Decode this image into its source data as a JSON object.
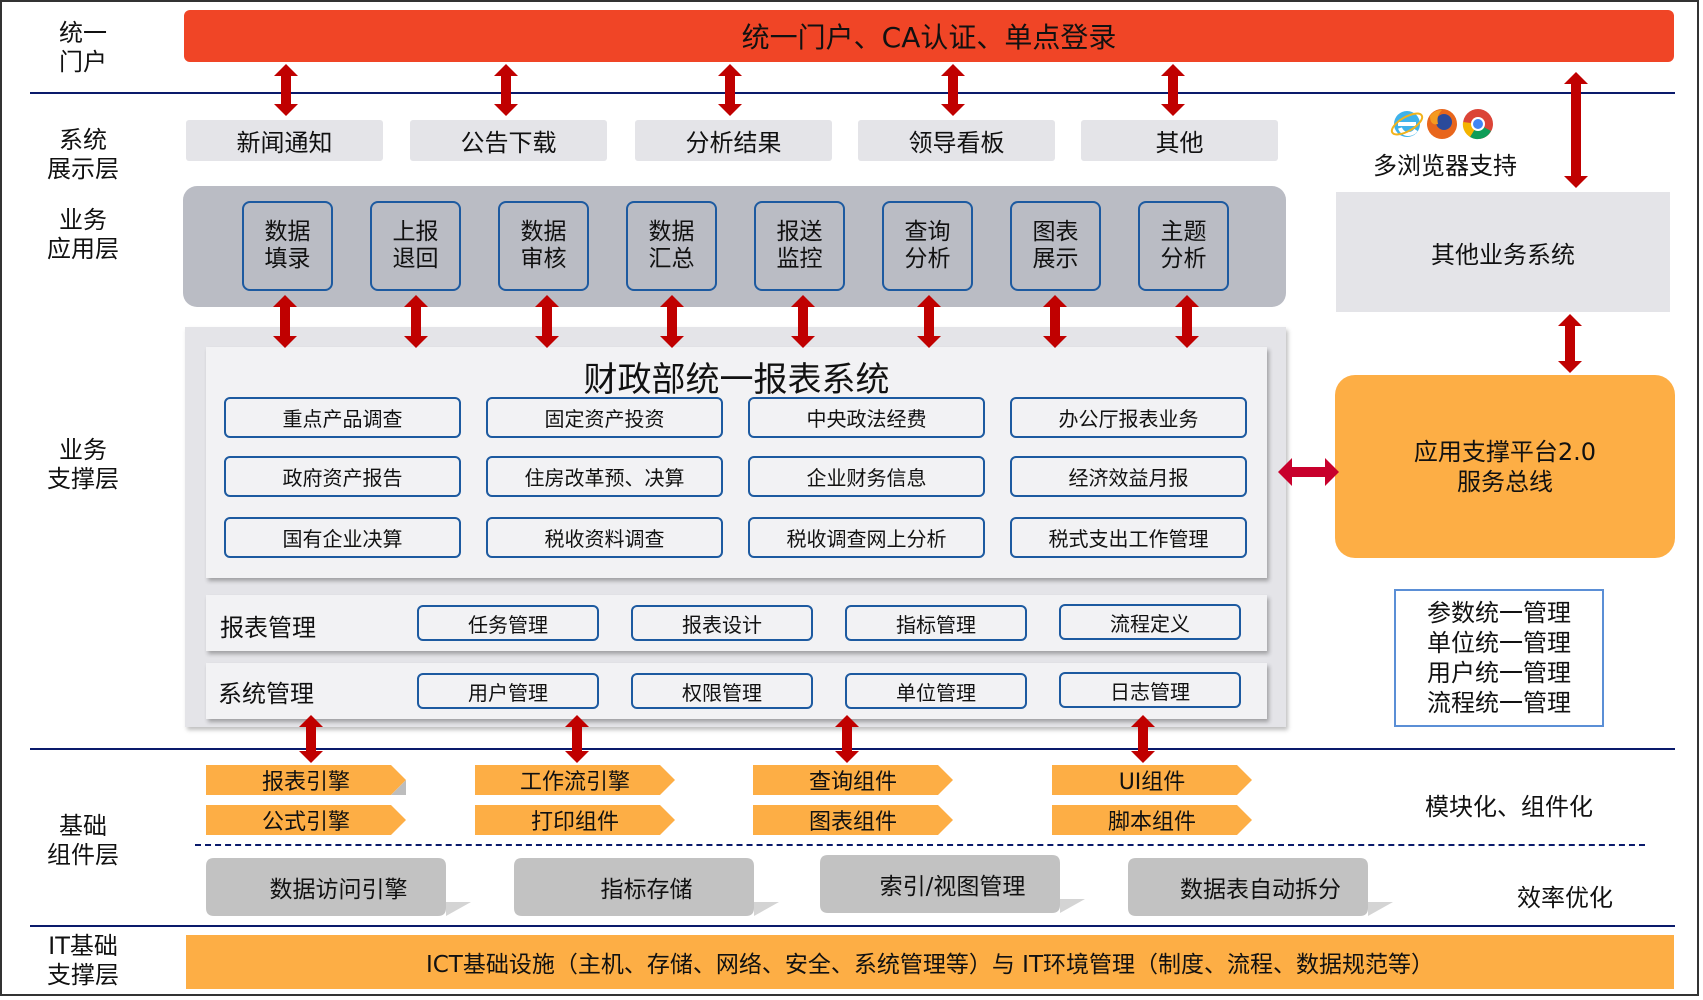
{
  "layers": {
    "portal": "统一\n门户",
    "display": "系统\n展示层",
    "application": "业务\n应用层",
    "support": "业务\n支撑层",
    "component": "基础\n组件层",
    "infrastructure": "IT基础\n支撑层"
  },
  "portal_bar": "统一门户、CA认证、单点登录",
  "display_items": [
    "新闻通知",
    "公告下载",
    "分析结果",
    "领导看板",
    "其他"
  ],
  "browser_support": {
    "icons": [
      "ie-icon",
      "firefox-icon",
      "chrome-icon"
    ],
    "label": "多浏览器支持"
  },
  "app_modules": [
    "数据\n填录",
    "上报\n退回",
    "数据\n审核",
    "数据\n汇总",
    "报送\n监控",
    "查询\n分析",
    "图表\n展示",
    "主题\n分析"
  ],
  "other_systems": "其他业务系统",
  "report_system": {
    "title": "财政部统一报表系统",
    "business": [
      [
        "重点产品调查",
        "固定资产投资",
        "中央政法经费",
        "办公厅报表业务"
      ],
      [
        "政府资产报告",
        "住房改革预、决算",
        "企业财务信息",
        "经济效益月报"
      ],
      [
        "国有企业决算",
        "税收资料调查",
        "税收调查网上分析",
        "税式支出工作管理"
      ]
    ],
    "report_mgmt": {
      "label": "报表管理",
      "items": [
        "任务管理",
        "报表设计",
        "指标管理",
        "流程定义"
      ]
    },
    "system_mgmt": {
      "label": "系统管理",
      "items": [
        "用户管理",
        "权限管理",
        "单位管理",
        "日志管理"
      ]
    }
  },
  "service_bus": "应用支撑平台2.0\n服务总线",
  "unified_mgmt": "参数统一管理\n单位统一管理\n用户统一管理\n流程统一管理",
  "components": {
    "row1": [
      "报表引擎",
      "工作流引擎",
      "查询组件",
      "UI组件"
    ],
    "row2": [
      "公式引擎",
      "打印组件",
      "图表组件",
      "脚本组件"
    ],
    "note": "模块化、组件化"
  },
  "efficiency": {
    "items": [
      "数据访问引擎",
      "指标存储",
      "索引/视图管理",
      "数据表自动拆分"
    ],
    "note": "效率优化"
  },
  "it_bar": "ICT基础设施（主机、存储、网络、安全、系统管理等）与 IT环境管理（制度、流程、数据规范等）",
  "colors": {
    "portal_red": "#f04526",
    "arrow_red": "#c00000",
    "orange": "#fdae45",
    "border_blue": "#1d5aa0",
    "line_navy": "#0a1a6b",
    "panel_gray": "#babcc4",
    "light_gray": "#e4e4e8"
  }
}
